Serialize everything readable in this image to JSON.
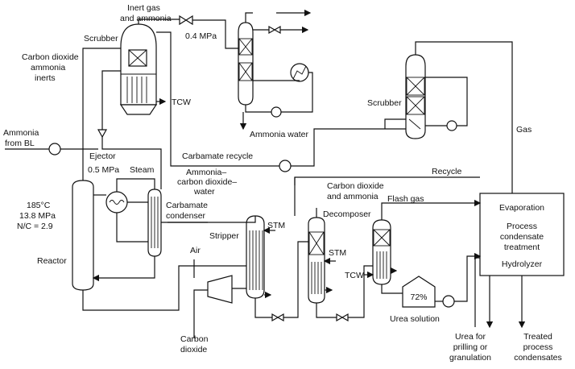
{
  "labels": {
    "inert_gas_l1": "Inert gas",
    "inert_gas_l2": "and ammonia",
    "scrubber_top": "Scrubber",
    "p04": "0.4 MPa",
    "co2_l1": "Carbon dioxide",
    "co2_l2": "ammonia",
    "co2_l3": "inerts",
    "tcw_1": "TCW",
    "ammonia_water": "Ammonia water",
    "ammonia_l1": "Ammonia",
    "ammonia_l2": "from BL",
    "ejector": "Ejector",
    "p05": "0.5 MPa",
    "steam": "Steam",
    "carbamate_recycle": "Carbamate recycle",
    "acdw_l1": "Ammonia–",
    "acdw_l2": "carbon dioxide–",
    "acdw_l3": "water",
    "cond_l1": "Carbamate",
    "cond_l2": "condenser",
    "temp": "185°C",
    "press": "13.8 MPa",
    "nc": "N/C = 2.9",
    "reactor": "Reactor",
    "stripper": "Stripper",
    "stm_1": "STM",
    "air": "Air",
    "carbon_l1": "Carbon",
    "carbon_l2": "dioxide",
    "cda_l1": "Carbon dioxide",
    "cda_l2": "and ammonia",
    "decomposer": "Decomposer",
    "stm_2": "STM",
    "tcw_2": "TCW",
    "flash_gas": "Flash gas",
    "recycle": "Recycle",
    "scrubber_right": "Scrubber",
    "gas": "Gas",
    "evaporation": "Evaporation",
    "process_l1": "Process",
    "process_l2": "condensate",
    "process_l3": "treatment",
    "hydrolyzer": "Hydrolyzer",
    "pct72": "72%",
    "urea_solution": "Urea solution",
    "urea_l1": "Urea for",
    "urea_l2": "prilling or",
    "urea_l3": "granulation",
    "treated_l1": "Treated",
    "treated_l2": "process",
    "treated_l3": "condensates"
  }
}
